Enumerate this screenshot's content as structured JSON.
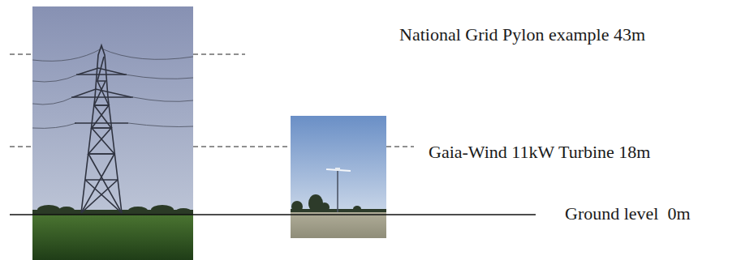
{
  "diagram": {
    "labels": [
      "National Grid Pylon example 43m",
      "Gaia-Wind 11kW Turbine 18m",
      "Ground level  0m"
    ]
  }
}
